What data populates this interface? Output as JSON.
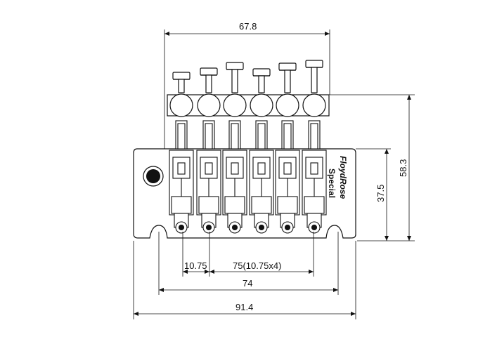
{
  "dimensions": {
    "top_width": "67.8",
    "right_total_height": "58.3",
    "right_base_height": "37.5",
    "string_spacing_single": "10.75",
    "string_spacing_total": "75(10.75x4)",
    "mount_spacing": "74",
    "overall_width": "91.4"
  },
  "branding": {
    "logo": "FloydRose",
    "subtitle": "Special"
  },
  "strings": {
    "count": 6
  }
}
